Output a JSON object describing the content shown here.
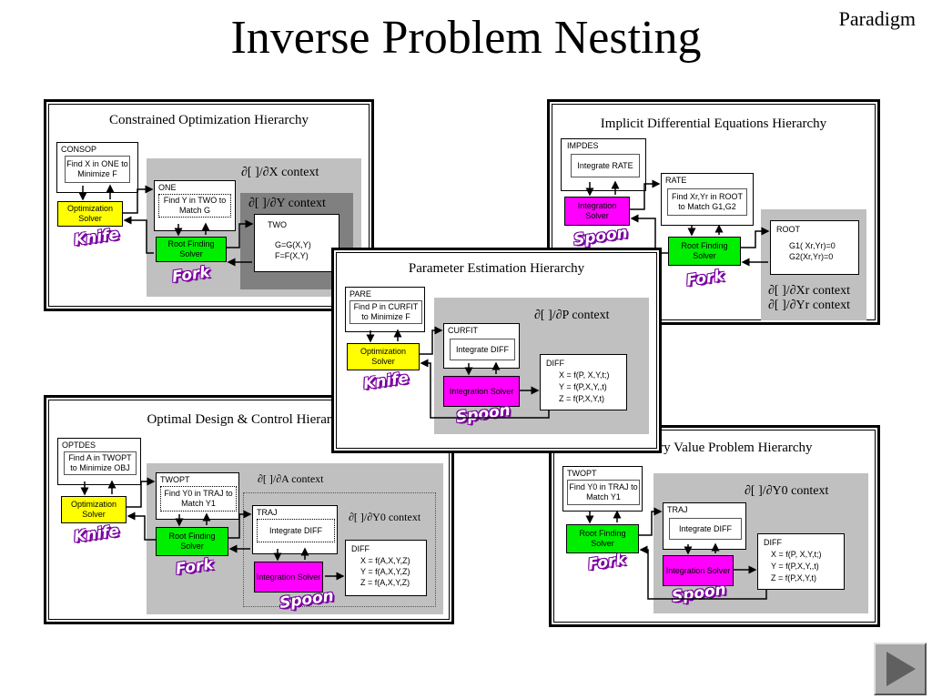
{
  "title": "Inverse Problem Nesting",
  "corner_label": "Paradigm",
  "tools": {
    "knife": "Knife",
    "fork": "Fork",
    "spoon": "Spoon"
  },
  "colors": {
    "optimization": "#ffff00",
    "root_finding": "#00ee00",
    "integration": "#ff00ff",
    "context_bg": "#c0c0c0",
    "context_dark": "#808080"
  },
  "consop": {
    "title": "Constrained Optimization Hierarchy",
    "outer_label": "CONSOP",
    "outer_text": "Find X in ONE to Minimize F",
    "solver1": "Optimization Solver",
    "ctx1": "∂[ ]/∂X context",
    "mid_label": "ONE",
    "mid_text": "Find Y  in TWO to Match G",
    "solver2": "Root Finding Solver",
    "ctx2": "∂[ ]/∂Y context",
    "inner_label": "TWO",
    "inner_eq1": "G=G(X,Y)",
    "inner_eq2": "F=F(X,Y)"
  },
  "impdes": {
    "title": "Implicit Differential Equations Hierarchy",
    "outer_label": "IMPDES",
    "outer_text": "Integrate RATE",
    "solver1": "Integration Solver",
    "mid_label": "RATE",
    "mid_text": "Find Xr,Yr in ROOT to Match G1,G2",
    "solver2": "Root Finding Solver",
    "inner_label": "ROOT",
    "inner_eq1": "G1( Xr,Yr)=0",
    "inner_eq2": "G2(Xr,Yr)=0",
    "ctx1": "∂[ ]/∂Xr context",
    "ctx2": "∂[ ]/∂Yr context"
  },
  "pare": {
    "title": "Parameter Estimation Hierarchy",
    "outer_label": "PARE",
    "outer_text": "Find P in CURFIT to Minimize F",
    "solver1": "Optimization Solver",
    "ctx1": "∂[ ]/∂P context",
    "mid_label": "CURFIT",
    "mid_text": "Integrate DIFF",
    "solver2": "Integration Solver",
    "inner_label": "DIFF",
    "inner_eq1": "X = f(P, X,Y,t;)",
    "inner_eq2": "Y = f(P,X,Y,,t)",
    "inner_eq3": "Z = f(P,X,Y,t)"
  },
  "optdes": {
    "title": "Optimal Design & Control Hierarchy",
    "outer_label": "OPTDES",
    "outer_text": "Find A in TWOPT to Minimize OBJ",
    "solver1": "Optimization Solver",
    "ctx1": "∂[ ]/∂A context",
    "mid_label": "TWOPT",
    "mid_text": "Find Y0 in TRAJ to Match Y1",
    "solver2": "Root Finding Solver",
    "ctx2": "∂[ ]/∂Y0 context",
    "inner_label": "TRAJ",
    "inner_text": "Integrate DIFF",
    "solver3": "Integration Solver",
    "diff_label": "DIFF",
    "diff_eq1": "X = f(A,X,Y,Z)",
    "diff_eq2": "Y = f(A,X,Y,Z)",
    "diff_eq3": "Z = f(A,X,Y,Z)"
  },
  "bvp": {
    "title": "Boundary Value Problem Hierarchy",
    "outer_label": "TWOPT",
    "outer_text": "Find Y0 in TRAJ to Match Y1",
    "solver1": "Root Finding Solver",
    "ctx1": "∂[ ]/∂Y0 context",
    "mid_label": "TRAJ",
    "mid_text": "Integrate DIFF",
    "solver2": "Integration Solver",
    "inner_label": "DIFF",
    "inner_eq1": "X = f(P, X,Y,t;)",
    "inner_eq2": "Y = f(P,X,Y,,t)",
    "inner_eq3": "Z = f(P,X,Y,t)"
  },
  "next_button_icon": "play-triangle-icon"
}
